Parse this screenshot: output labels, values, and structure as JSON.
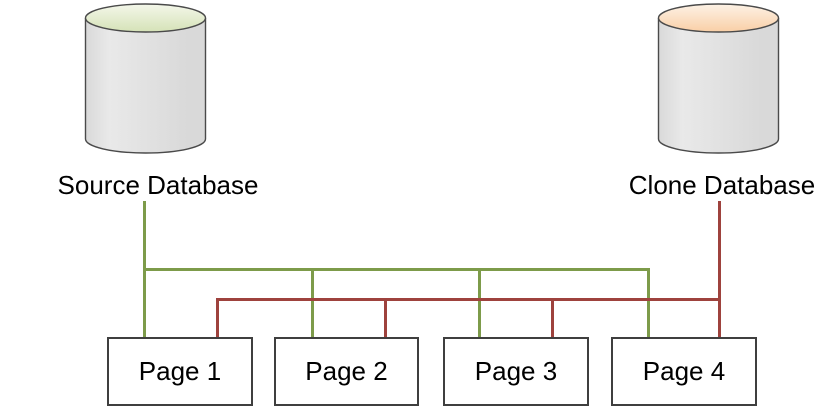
{
  "diagram": {
    "source_db": {
      "label": "Source Database"
    },
    "clone_db": {
      "label": "Clone Database"
    },
    "pages": [
      {
        "label": "Page 1"
      },
      {
        "label": "Page 2"
      },
      {
        "label": "Page 3"
      },
      {
        "label": "Page 4"
      }
    ],
    "colors": {
      "background": "#ffffff",
      "text": "#000000",
      "source_line": "#7d9b4a",
      "clone_line": "#9e423d",
      "source_top_light": "#f4f7ea",
      "source_top": "#d5e2b7",
      "clone_top_light": "#fdf2e6",
      "clone_top": "#f9cfa6",
      "cylinder_body_light": "#e9e9e9",
      "cylinder_body": "#d9d9d9",
      "cylinder_outline": "#4a4a4a",
      "box_border": "#3f3f3f"
    }
  }
}
